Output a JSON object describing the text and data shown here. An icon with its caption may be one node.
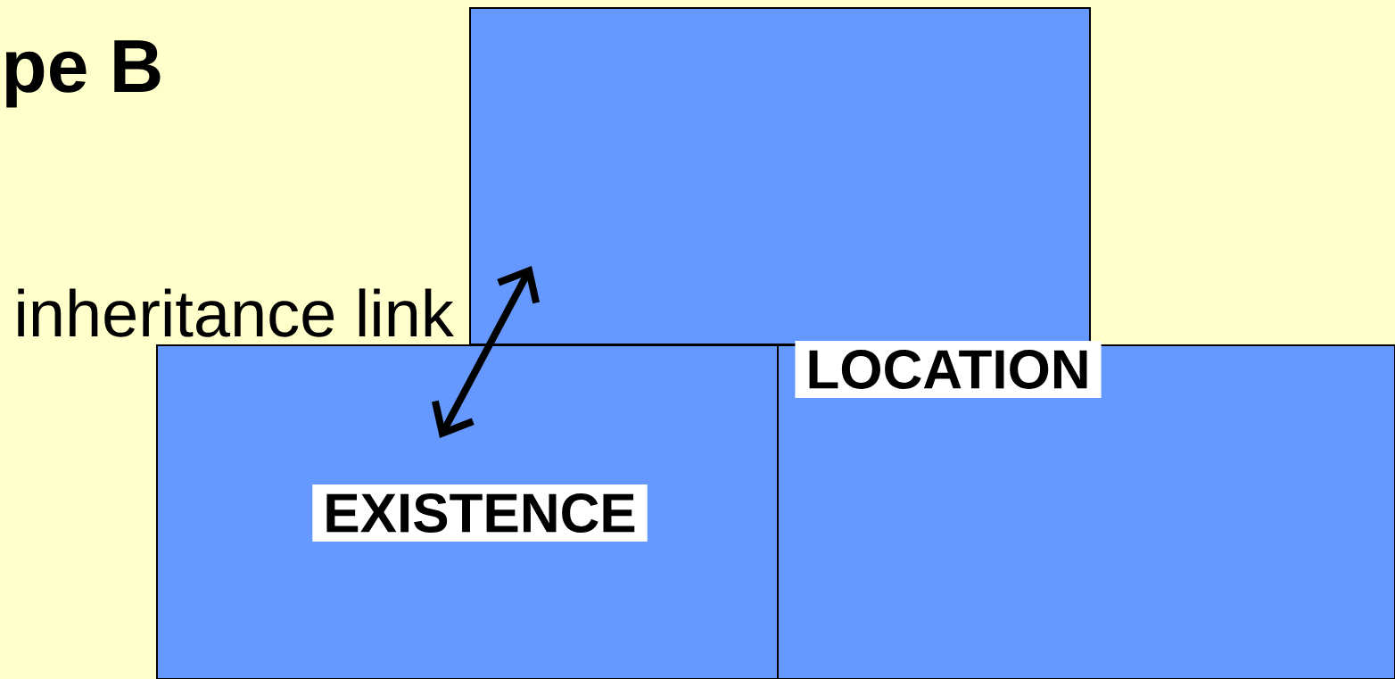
{
  "diagram": {
    "title": "pe B",
    "nodes": [
      {
        "text": [],
        "shape": "box"
      },
      {
        "text": [
          "EXISTENCE"
        ]
      },
      {
        "text": [
          "LOCATION"
        ]
      }
    ],
    "edges": [
      {
        "from": 0,
        "to": 1,
        "arrow": "both"
      }
    ],
    "labels": [
      "inheritance link"
    ]
  }
}
